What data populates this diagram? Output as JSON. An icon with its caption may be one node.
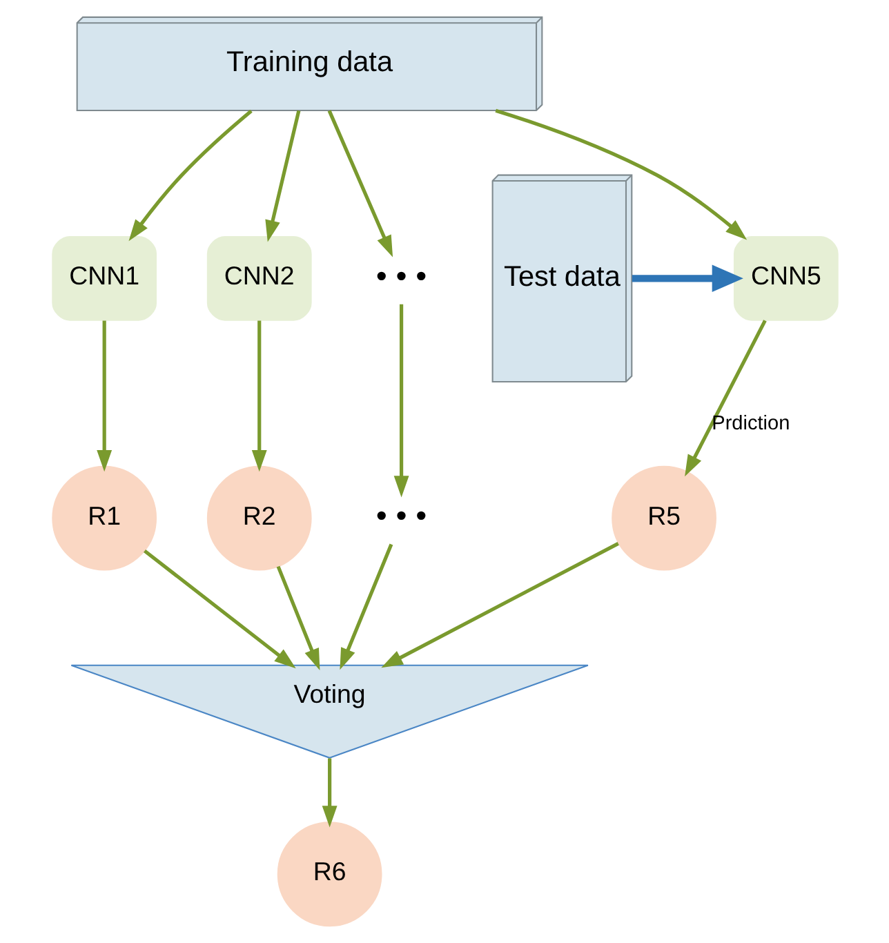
{
  "diagram": {
    "nodes": [
      {
        "text": [
          "Training data"
        ]
      },
      {
        "text": [
          "CNN1"
        ]
      },
      {
        "text": [
          "CNN2"
        ]
      },
      {
        "text": [
          "• • •"
        ]
      },
      {
        "text": [
          "CNN5"
        ]
      },
      {
        "text": [
          "R1"
        ]
      },
      {
        "text": [
          "R2"
        ]
      },
      {
        "text": [
          "• • •"
        ]
      },
      {
        "text": [
          "R5"
        ]
      },
      {
        "text": [
          "Voting"
        ]
      },
      {
        "text": [
          "R6"
        ]
      },
      {
        "text": [
          "Test data"
        ]
      }
    ],
    "edges": [
      {
        "from": 0,
        "to": 1,
        "arrow": "to"
      },
      {
        "from": 0,
        "to": 2,
        "arrow": "to"
      },
      {
        "from": 0,
        "to": 3,
        "arrow": "to"
      },
      {
        "from": 0,
        "to": 4,
        "arrow": "to"
      },
      {
        "from": 1,
        "to": 5,
        "arrow": "to"
      },
      {
        "from": 2,
        "to": 6,
        "arrow": "to"
      },
      {
        "from": 3,
        "to": 7,
        "arrow": "to"
      },
      {
        "from": 4,
        "to": 8,
        "arrow": "to",
        "label": "Prdiction"
      },
      {
        "from": 5,
        "to": 9,
        "arrow": "to"
      },
      {
        "from": 6,
        "to": 9,
        "arrow": "to"
      },
      {
        "from": 7,
        "to": 9,
        "arrow": "to"
      },
      {
        "from": 8,
        "to": 9,
        "arrow": "to"
      },
      {
        "from": 9,
        "to": 10,
        "arrow": "to"
      },
      {
        "from": 11,
        "to": 4,
        "arrow": "to",
        "style": "thick",
        "color": "#2e75b6"
      }
    ]
  }
}
